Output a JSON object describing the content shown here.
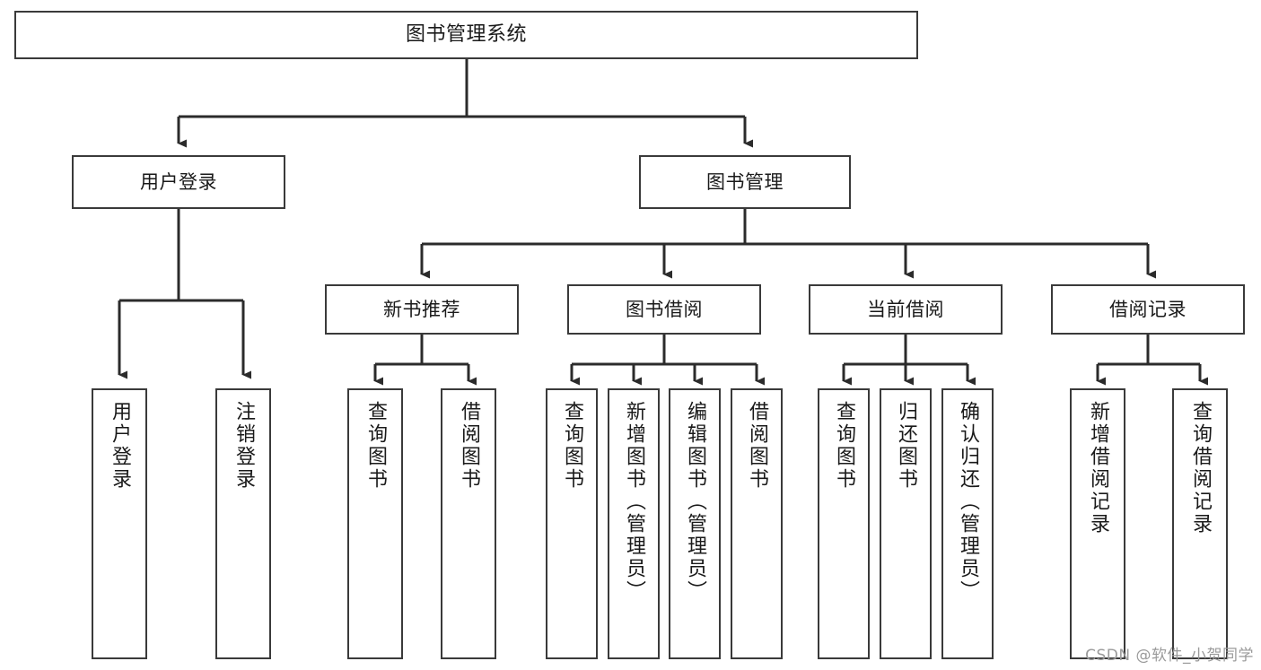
{
  "diagram": {
    "type": "tree-hierarchy-chart",
    "title": "图书管理系统",
    "orientation": "top-down",
    "colors": {
      "background": "#ffffff",
      "box_border": "#3a3a3a",
      "box_fill": "#ffffff",
      "connector": "#2b2b2b",
      "text": "#1a1a1a",
      "watermark": "#9a9a9a"
    }
  },
  "nodes": {
    "root": {
      "label": "图书管理系统"
    },
    "level2": [
      {
        "label": "用户登录"
      },
      {
        "label": "图书管理"
      }
    ],
    "level3": [
      {
        "label": "新书推荐"
      },
      {
        "label": "图书借阅"
      },
      {
        "label": "当前借阅"
      },
      {
        "label": "借阅记录"
      }
    ],
    "leaves": {
      "user_login": [
        {
          "label": "用户登录"
        },
        {
          "label": "注销登录"
        }
      ],
      "new_book_recommend": [
        {
          "label": "查询图书"
        },
        {
          "label": "借阅图书"
        }
      ],
      "book_borrow": [
        {
          "label": "查询图书"
        },
        {
          "label": "新增图书（管理员）"
        },
        {
          "label": "编辑图书（管理员）"
        },
        {
          "label": "借阅图书"
        }
      ],
      "current_borrow": [
        {
          "label": "查询图书"
        },
        {
          "label": "归还图书"
        },
        {
          "label": "确认归还（管理员）"
        }
      ],
      "borrow_record": [
        {
          "label": "新增借阅记录"
        },
        {
          "label": "查询借阅记录"
        }
      ]
    }
  },
  "watermark": {
    "text": "CSDN @软件_小贺同学"
  }
}
